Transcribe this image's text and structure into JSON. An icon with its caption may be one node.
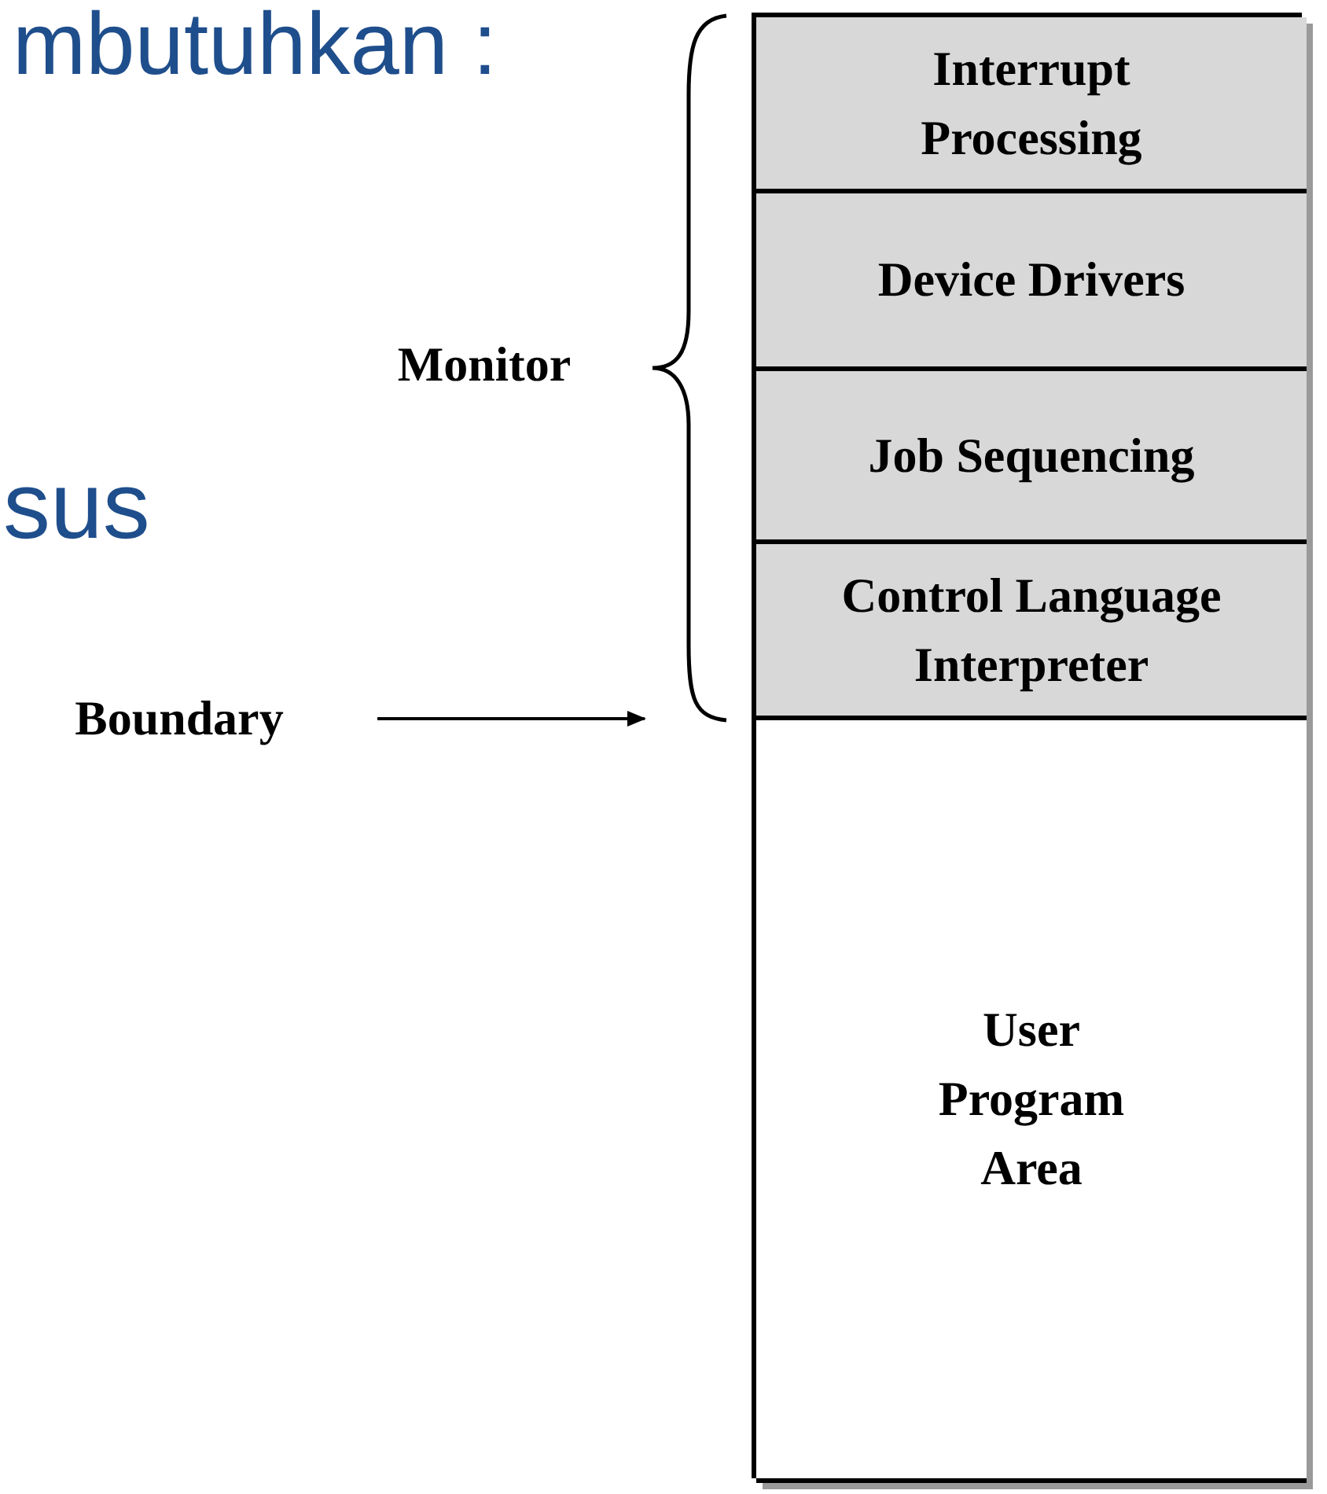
{
  "diagram": {
    "nodes": [
      {
        "text": [],
        "shape": "box"
      },
      {
        "text": [
          "Interrupt Processing"
        ],
        "in": 0
      },
      {
        "text": [
          "Device Drivers"
        ],
        "in": 0
      },
      {
        "text": [
          "Job Sequencing"
        ],
        "in": 0
      },
      {
        "text": [
          "Control Language Interpreter"
        ],
        "in": 0
      },
      {
        "text": [
          "User Program Area"
        ],
        "in": 0
      },
      {
        "text": [
          "Monitor"
        ]
      },
      {
        "text": [],
        "shape": "brace"
      },
      {
        "text": [
          "Boundary"
        ]
      }
    ],
    "edges": [
      {
        "from": 8,
        "to": 7,
        "arrow": "to"
      }
    ],
    "labels": [
      "mbutuhkan :",
      "sus"
    ]
  }
}
